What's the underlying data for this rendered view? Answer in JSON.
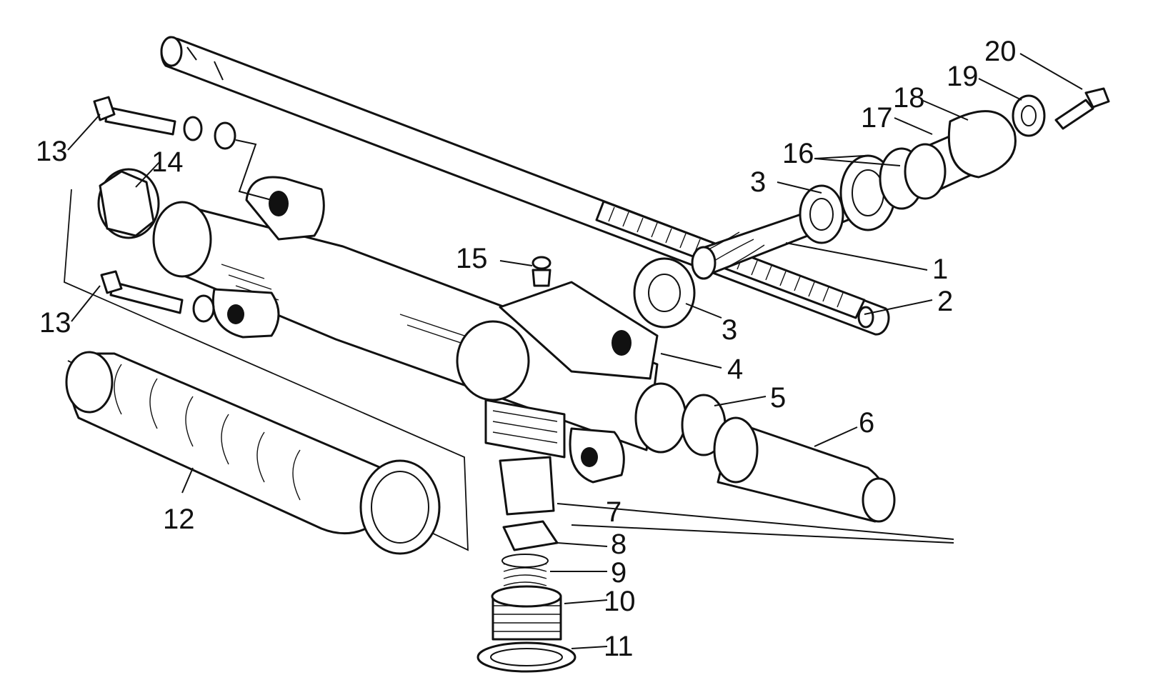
{
  "diagram": {
    "colors": {
      "ink": "#111111",
      "paper": "#ffffff"
    },
    "callouts": [
      {
        "id": "c1",
        "label": "1"
      },
      {
        "id": "c2",
        "label": "2"
      },
      {
        "id": "c3a",
        "label": "3"
      },
      {
        "id": "c3b",
        "label": "3"
      },
      {
        "id": "c4",
        "label": "4"
      },
      {
        "id": "c5",
        "label": "5"
      },
      {
        "id": "c6",
        "label": "6"
      },
      {
        "id": "c7",
        "label": "7"
      },
      {
        "id": "c8",
        "label": "8"
      },
      {
        "id": "c9",
        "label": "9"
      },
      {
        "id": "c10",
        "label": "10"
      },
      {
        "id": "c11",
        "label": "11"
      },
      {
        "id": "c12",
        "label": "12"
      },
      {
        "id": "c13a",
        "label": "13"
      },
      {
        "id": "c13b",
        "label": "13"
      },
      {
        "id": "c14",
        "label": "14"
      },
      {
        "id": "c15",
        "label": "15"
      },
      {
        "id": "c16",
        "label": "16"
      },
      {
        "id": "c17",
        "label": "17"
      },
      {
        "id": "c18",
        "label": "18"
      },
      {
        "id": "c19",
        "label": "19"
      },
      {
        "id": "c20",
        "label": "20"
      }
    ]
  }
}
